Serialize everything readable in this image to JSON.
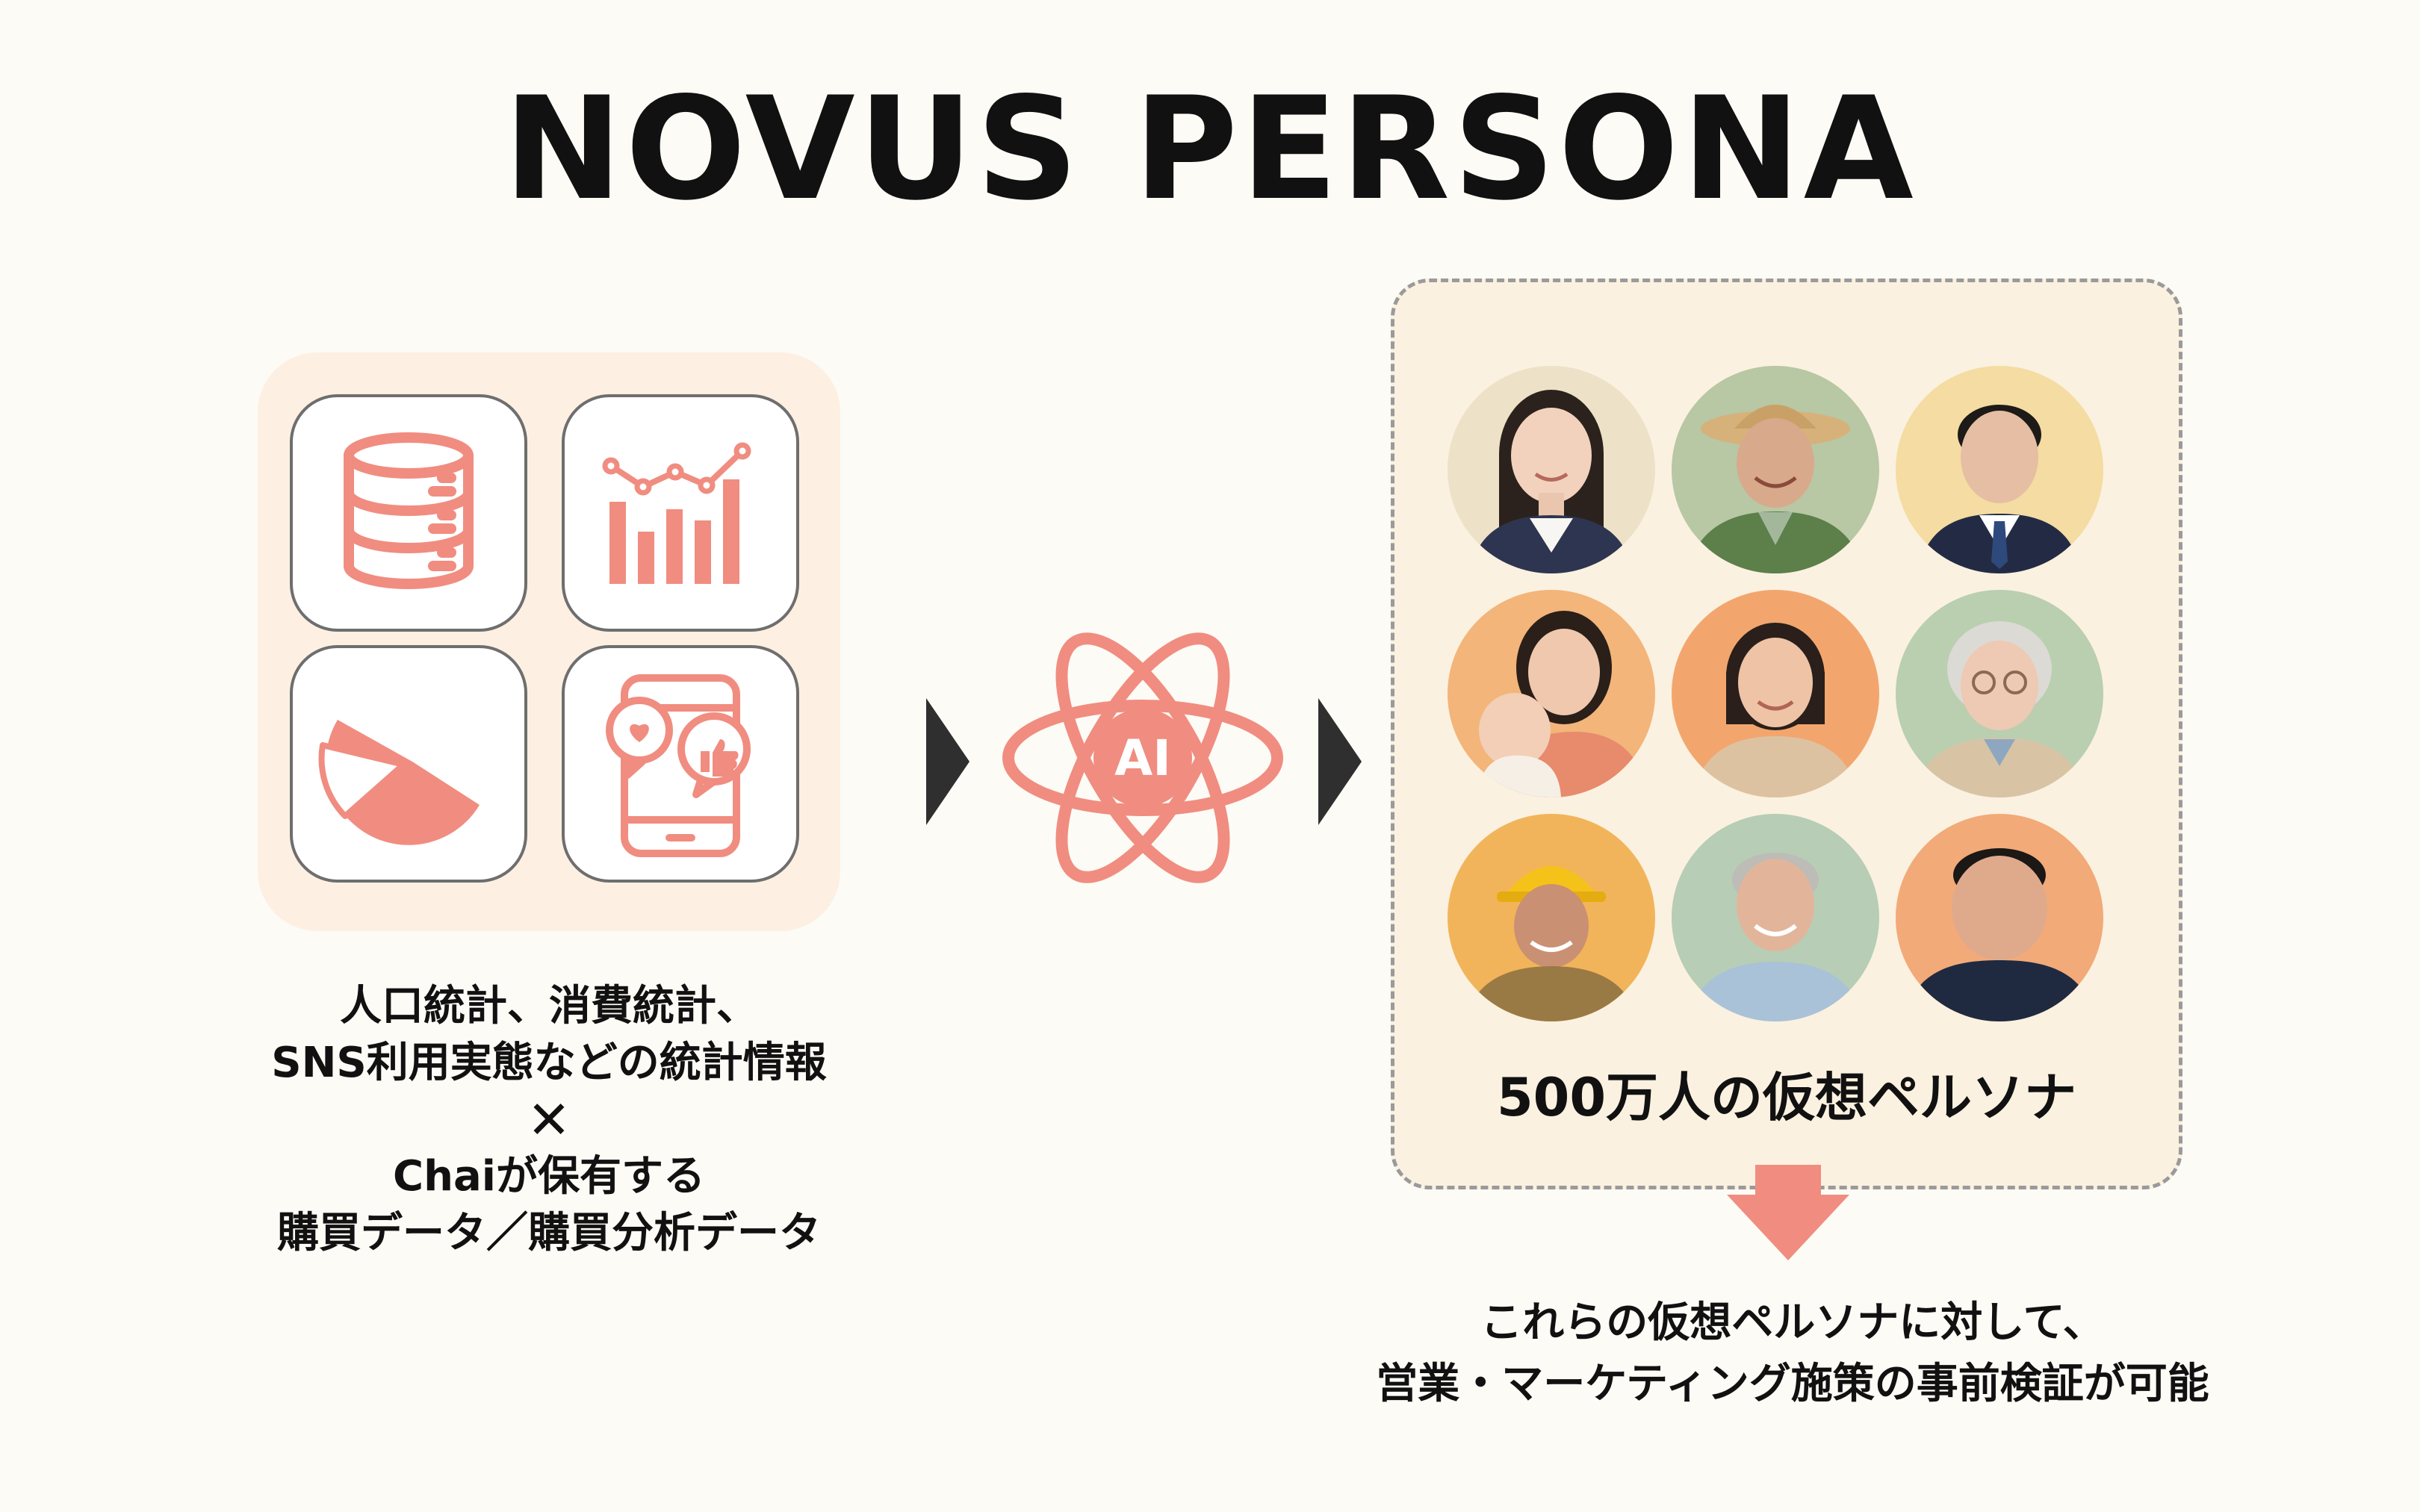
{
  "title": "NOVUS PERSONA",
  "left_caption": {
    "line1": "人口統計、消費統計、",
    "line2": "SNS利用実態などの統計情報",
    "times": "✕",
    "line3": "Chaiが保有する",
    "line4": "購買データ／購買分析データ"
  },
  "ai_label": "AI",
  "persona_caption": "500万人の仮想ペルソナ",
  "bottom_caption": {
    "line1": "これらの仮想ペルソナに対して、",
    "line2": "営業・マーケティング施策の事前検証が可能"
  },
  "colors": {
    "accent": "#f08d80",
    "data_panel": "#fdf0e2",
    "persona_panel": "#fbf1e0",
    "arrow": "#2f2f2f",
    "background": "#fdfbf6"
  },
  "icons": [
    "database-icon",
    "bar-chart-icon",
    "pie-chart-icon",
    "smartphone-social-icon",
    "ai-atom-icon",
    "down-arrow-icon"
  ]
}
